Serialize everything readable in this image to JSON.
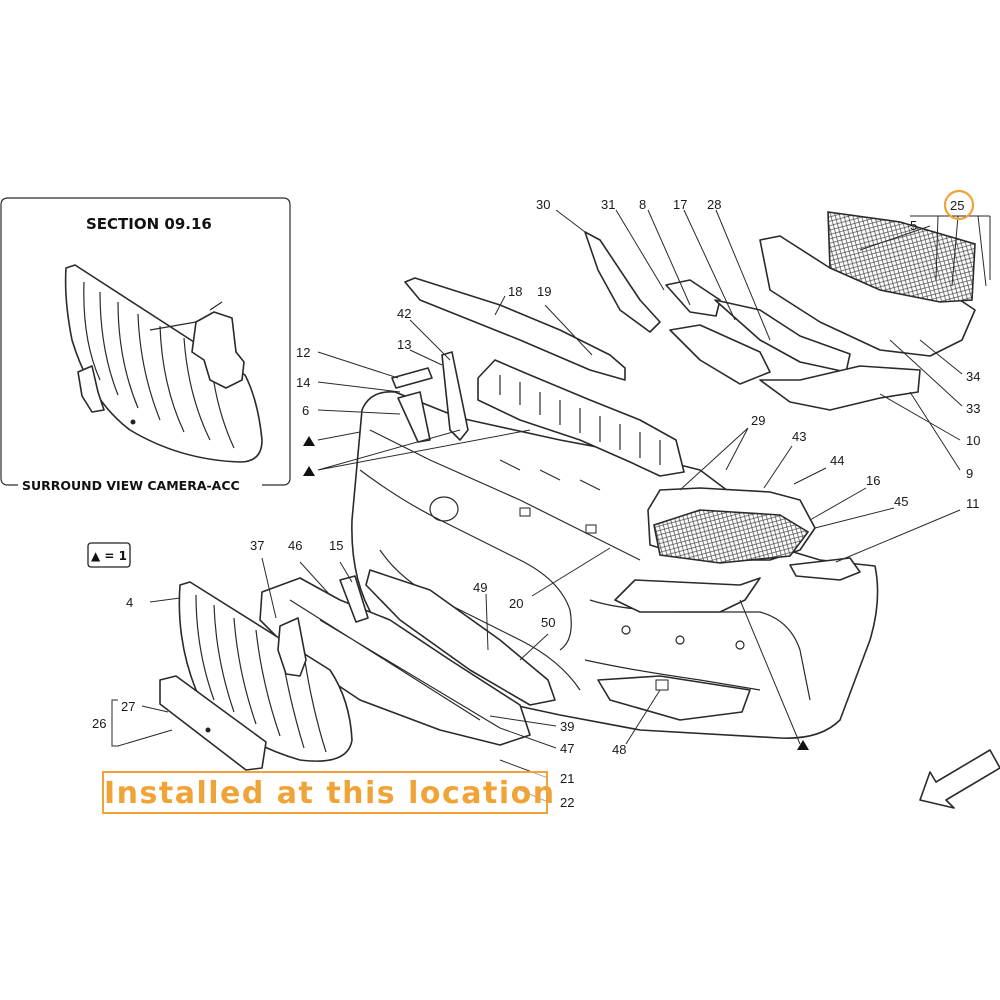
{
  "section_box": {
    "title": "SECTION 09.16",
    "caption": "SURROUND VIEW CAMERA-ACC"
  },
  "legend": {
    "text": "▲ = 1"
  },
  "highlight": {
    "part_number": "25",
    "color": "#f0a336"
  },
  "banner": {
    "text": "Installed at this location",
    "color": "#f0a336"
  },
  "callouts": [
    "30",
    "31",
    "8",
    "17",
    "28",
    "5",
    "18",
    "19",
    "42",
    "13",
    "12",
    "14",
    "6",
    "29",
    "43",
    "44",
    "16",
    "45",
    "11",
    "9",
    "10",
    "33",
    "34",
    "37",
    "46",
    "15",
    "4",
    "49",
    "50",
    "20",
    "27",
    "26",
    "39",
    "47",
    "48",
    "21",
    "22"
  ]
}
